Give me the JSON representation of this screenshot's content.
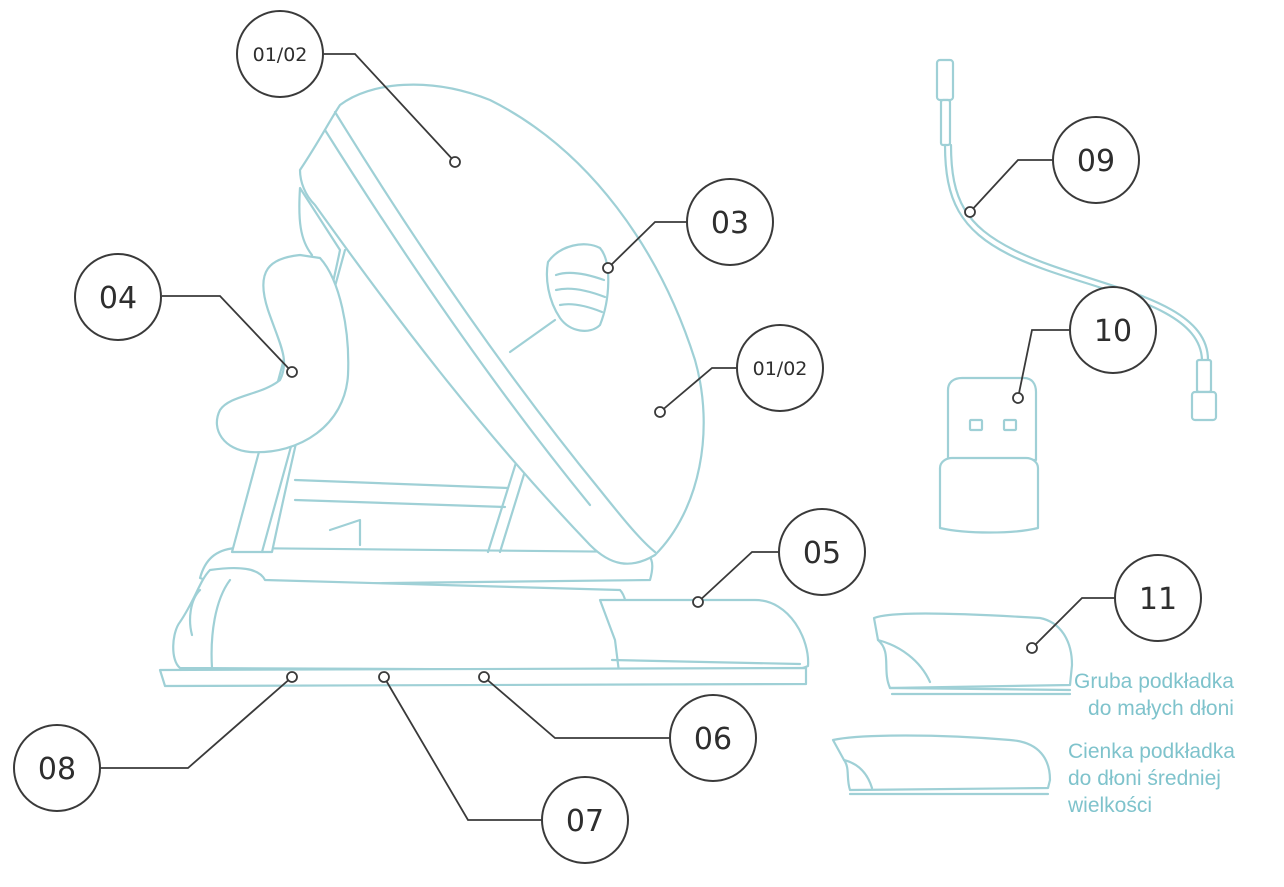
{
  "callouts": {
    "c1": "01/02",
    "c2": "03",
    "c3": "04",
    "c4": "01/02",
    "c5": "05",
    "c6": "06",
    "c7": "07",
    "c8": "08",
    "c9": "09",
    "c10": "10",
    "c11": "11"
  },
  "descriptions": {
    "thick_pad": [
      "Gruba podkładka",
      "do małych dłoni"
    ],
    "thin_pad": [
      "Cienka podkładka",
      "do dłoni średniej",
      "wielkości"
    ]
  },
  "colors": {
    "outline": "#9fd0d6",
    "callout": "#3a3a3a",
    "description": "#7fc3cc"
  }
}
